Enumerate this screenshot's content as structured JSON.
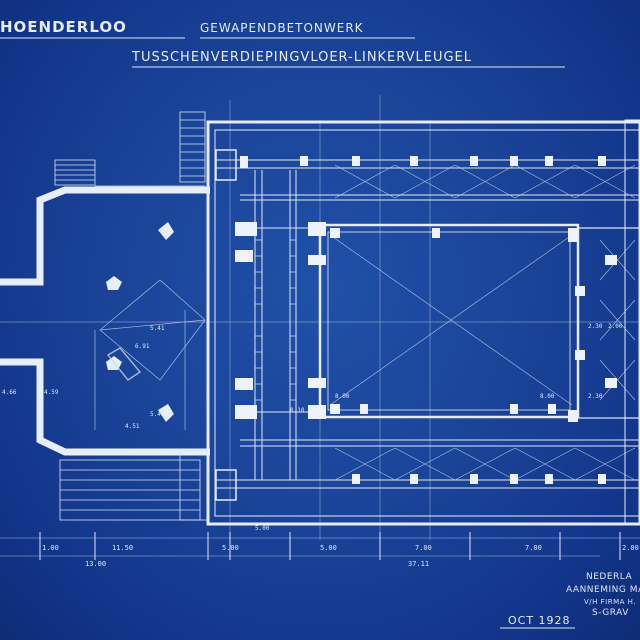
{
  "title": {
    "place": "HOENDERLOO",
    "trade": "GEWAPENDBETONWERK",
    "subject": "TUSSCHENVERDIEPINGVLOER-LINKERVLEUGEL"
  },
  "firm": {
    "line1": "NEDERLA",
    "line2": "AANNEMING MA",
    "line3": "V/H FIRMA H.",
    "line4": "S-GRAV"
  },
  "date": "OCT 1928",
  "dimensions": {
    "bottom_row1": [
      "1.00",
      "11.50",
      "5.00",
      "5.00",
      "5.00",
      "7.00",
      "7.00",
      "2.00"
    ],
    "bottom_row2": [
      "13.00",
      "37.11"
    ],
    "left_side": [
      "4.66",
      "4.59"
    ],
    "interior": [
      "5.41",
      "6.91",
      "5.41",
      "4.51",
      "8.10",
      "8.00",
      "8.00",
      "2.30",
      "2.00",
      "2.30"
    ]
  },
  "colors": {
    "paper": "#1a4498",
    "ink": "#dfe7f3",
    "ink_faint": "#9fb6dc"
  }
}
